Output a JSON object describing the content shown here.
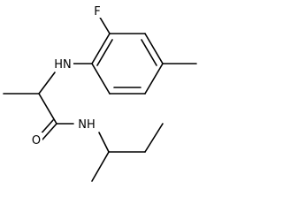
{
  "molecule": {
    "atoms": {
      "fluorine": "F",
      "amine_nh": "HN",
      "oxygen": "O",
      "amide_nh": "NH"
    },
    "colors": {
      "bond": "#000000",
      "label": "#000000",
      "background": "#ffffff"
    }
  }
}
